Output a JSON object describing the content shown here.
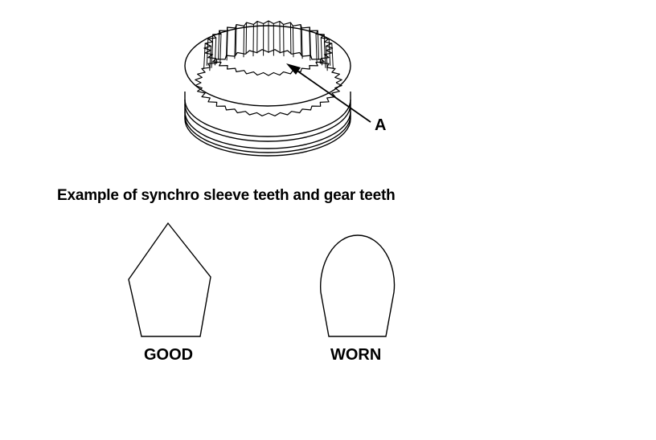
{
  "callout": {
    "letter": "A"
  },
  "caption": "Example of synchro sleeve teeth and gear teeth",
  "examples": [
    {
      "label": "GOOD"
    },
    {
      "label": "WORN"
    }
  ],
  "colors": {
    "line": "#000000",
    "background": "#ffffff"
  }
}
